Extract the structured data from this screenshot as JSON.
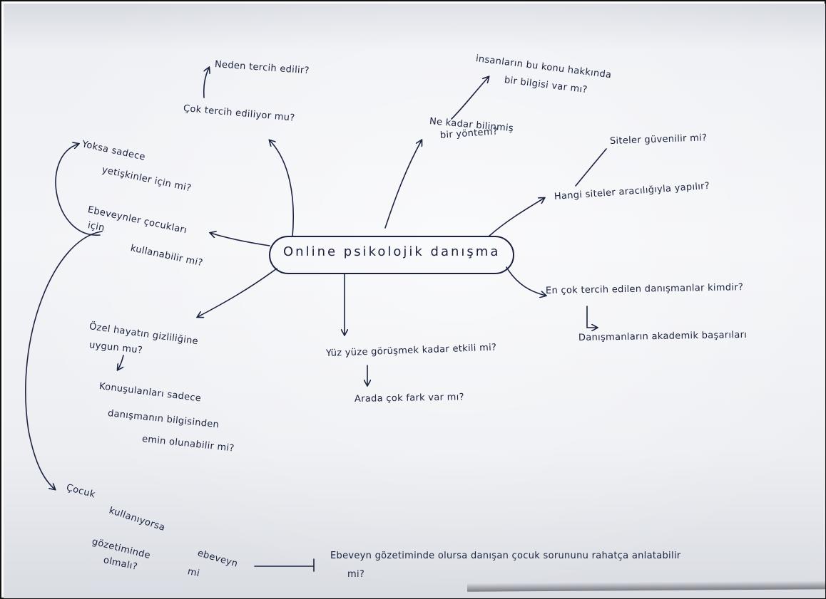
{
  "center": {
    "label": "Online psikolojik danışma"
  },
  "nodes": {
    "neden_tercih": "Neden tercih edilir?",
    "cok_tercih": "Çok tercih ediliyor mu?",
    "bilgi_line1": "insanların bu konu hakkında",
    "bilgi_line2": "bir bilgisi var mı?",
    "ne_kadar_line1": "Ne kadar bilinmiş",
    "ne_kadar_line2": "bir yöntem?",
    "siteler": "Siteler güvenilir mi?",
    "hangi_siteler": "Hangi siteler aracılığıyla yapılır?",
    "yoksa_line1": "Yoksa sadece",
    "yoksa_line2": "yetişkinler için mi?",
    "ebeveyn_line1": "Ebeveynler çocukları",
    "ebeveyn_line2": "için",
    "ebeveyn_line3": "kullanabilir mi?",
    "ozel_line1": "Özel hayatın gizliliğine",
    "ozel_line2": "uygun mu?",
    "konusulan_line1": "Konuşulanları sadece",
    "konusulan_line2": "danışmanın bilgisinden",
    "konusulan_line3": "emin olunabilir mi?",
    "yuz_yuze": "Yüz yüze görüşmek kadar etkili mi?",
    "arada": "Arada çok fark var mı?",
    "en_cok": "En çok tercih edilen danışmanlar kimdir?",
    "akademik": "Danışmanların akademik başarıları",
    "cocuk_line1": "Çocuk",
    "cocuk_line2": "kullanıyorsa",
    "cocuk_line3": "gözetiminde",
    "cocuk_line4": "ebeveyn",
    "cocuk_line5": "mi",
    "cocuk_line6": "olmalı?",
    "ebeveyn_gozetim_line1": "Ebeveyn gözetiminde olursa danışan çocuk sorununu rahatça anlatabilir",
    "ebeveyn_gozetim_line2": "mi?"
  },
  "colors": {
    "ink": "#1c2340",
    "paper": "#f1f2f5"
  }
}
